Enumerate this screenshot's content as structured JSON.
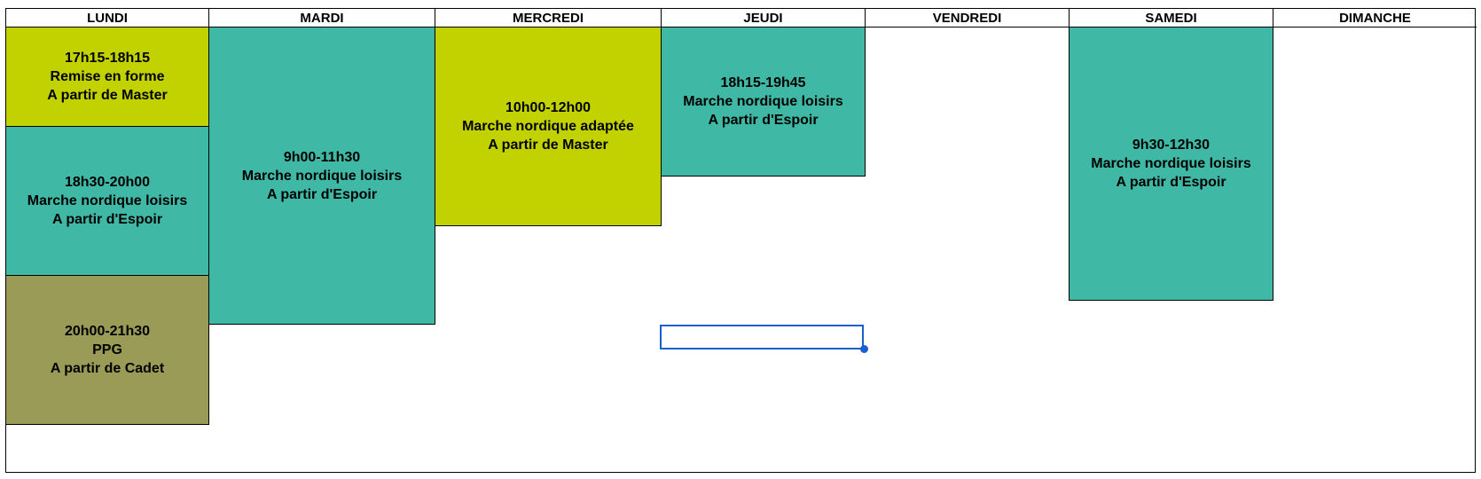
{
  "days": [
    "LUNDI",
    "MARDI",
    "MERCREDI",
    "JEUDI",
    "VENDREDI",
    "SAMEDI",
    "DIMANCHE"
  ],
  "events": {
    "lundi_1": {
      "time": "17h15-18h15",
      "activity": "Remise en forme",
      "level": "A partir de Master"
    },
    "lundi_2": {
      "time": "18h30-20h00",
      "activity": "Marche nordique loisirs",
      "level": "A partir d'Espoir"
    },
    "lundi_3": {
      "time": "20h00-21h30",
      "activity": "PPG",
      "level": "A partir de Cadet"
    },
    "mardi_1": {
      "time": "9h00-11h30",
      "activity": "Marche nordique loisirs",
      "level": "A partir d'Espoir"
    },
    "mercredi_1": {
      "time": "10h00-12h00",
      "activity": "Marche nordique adaptée",
      "level": "A partir de Master"
    },
    "jeudi_1": {
      "time": "18h15-19h45",
      "activity": "Marche nordique loisirs",
      "level": "A partir d'Espoir"
    },
    "samedi_1": {
      "time": "9h30-12h30",
      "activity": "Marche nordique loisirs",
      "level": "A partir d'Espoir"
    }
  },
  "colors": {
    "teal": "#3fb8a6",
    "lime": "#c2d100",
    "olive": "#9a9b57",
    "selection": "#1a5fd1"
  }
}
